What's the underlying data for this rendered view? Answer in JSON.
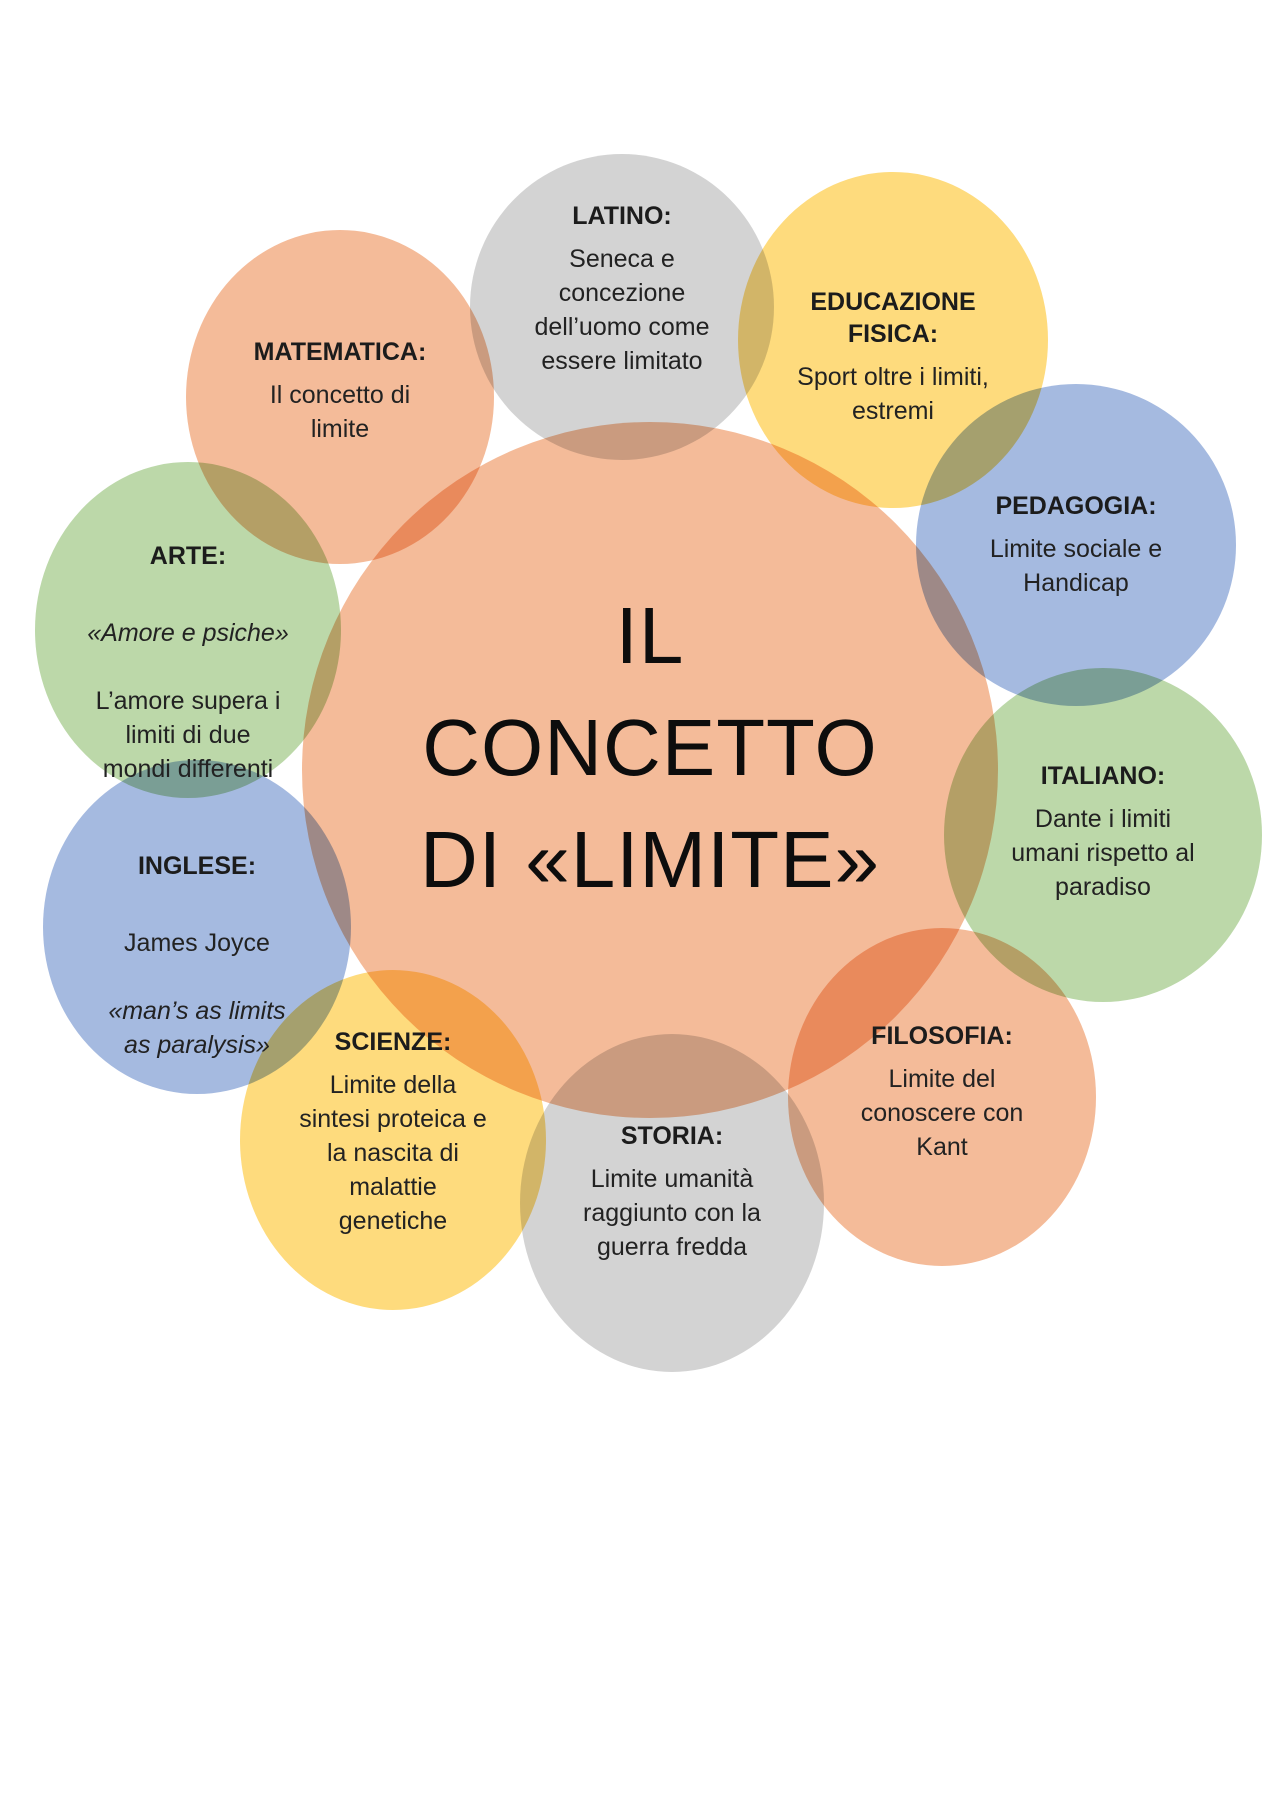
{
  "diagram": {
    "center": {
      "title": "IL\nCONCETTO\nDI «LIMITE»",
      "color": "#f4b590"
    },
    "nodes": [
      {
        "id": "latino",
        "title": "LATINO:",
        "body": "Seneca e\nconcezione\ndell’uomo come\nessere limitato",
        "color": "#d0d0d0"
      },
      {
        "id": "educazione-fisica",
        "title": "EDUCAZIONE\nFISICA:",
        "body": "Sport oltre i limiti,\nestremi",
        "color": "#fed872"
      },
      {
        "id": "pedagogia",
        "title": "PEDAGOGIA:",
        "body": "Limite sociale e\nHandicap",
        "color": "#9db4de"
      },
      {
        "id": "italiano",
        "title": "ITALIANO:",
        "body": "Dante i limiti\numani rispetto al\nparadiso",
        "color": "#b6d5a2"
      },
      {
        "id": "filosofia",
        "title": "FILOSOFIA:",
        "body": "Limite del\nconoscere con\nKant",
        "color": "#f4b590"
      },
      {
        "id": "storia",
        "title": "STORIA:",
        "body": "Limite umanità\nraggiunto con la\nguerra fredda",
        "color": "#d0d0d0"
      },
      {
        "id": "scienze",
        "title": "SCIENZE:",
        "body": "Limite della\nsintesi proteica e\nla nascita di\nmalattie\ngenetiche",
        "color": "#fed872"
      },
      {
        "id": "inglese",
        "title": "INGLESE:",
        "body_plain": "James Joyce",
        "body_italic": "«man’s as limits\nas paralysis»",
        "color": "#9db4de"
      },
      {
        "id": "arte",
        "title": "ARTE:",
        "body_italic": "«Amore e psiche»",
        "body_plain": "L’amore supera i\nlimiti di due\nmondi differenti",
        "color": "#b6d5a2"
      },
      {
        "id": "matematica",
        "title": "MATEMATICA:",
        "body": "Il concetto di\nlimite",
        "color": "#f4b590"
      }
    ]
  }
}
